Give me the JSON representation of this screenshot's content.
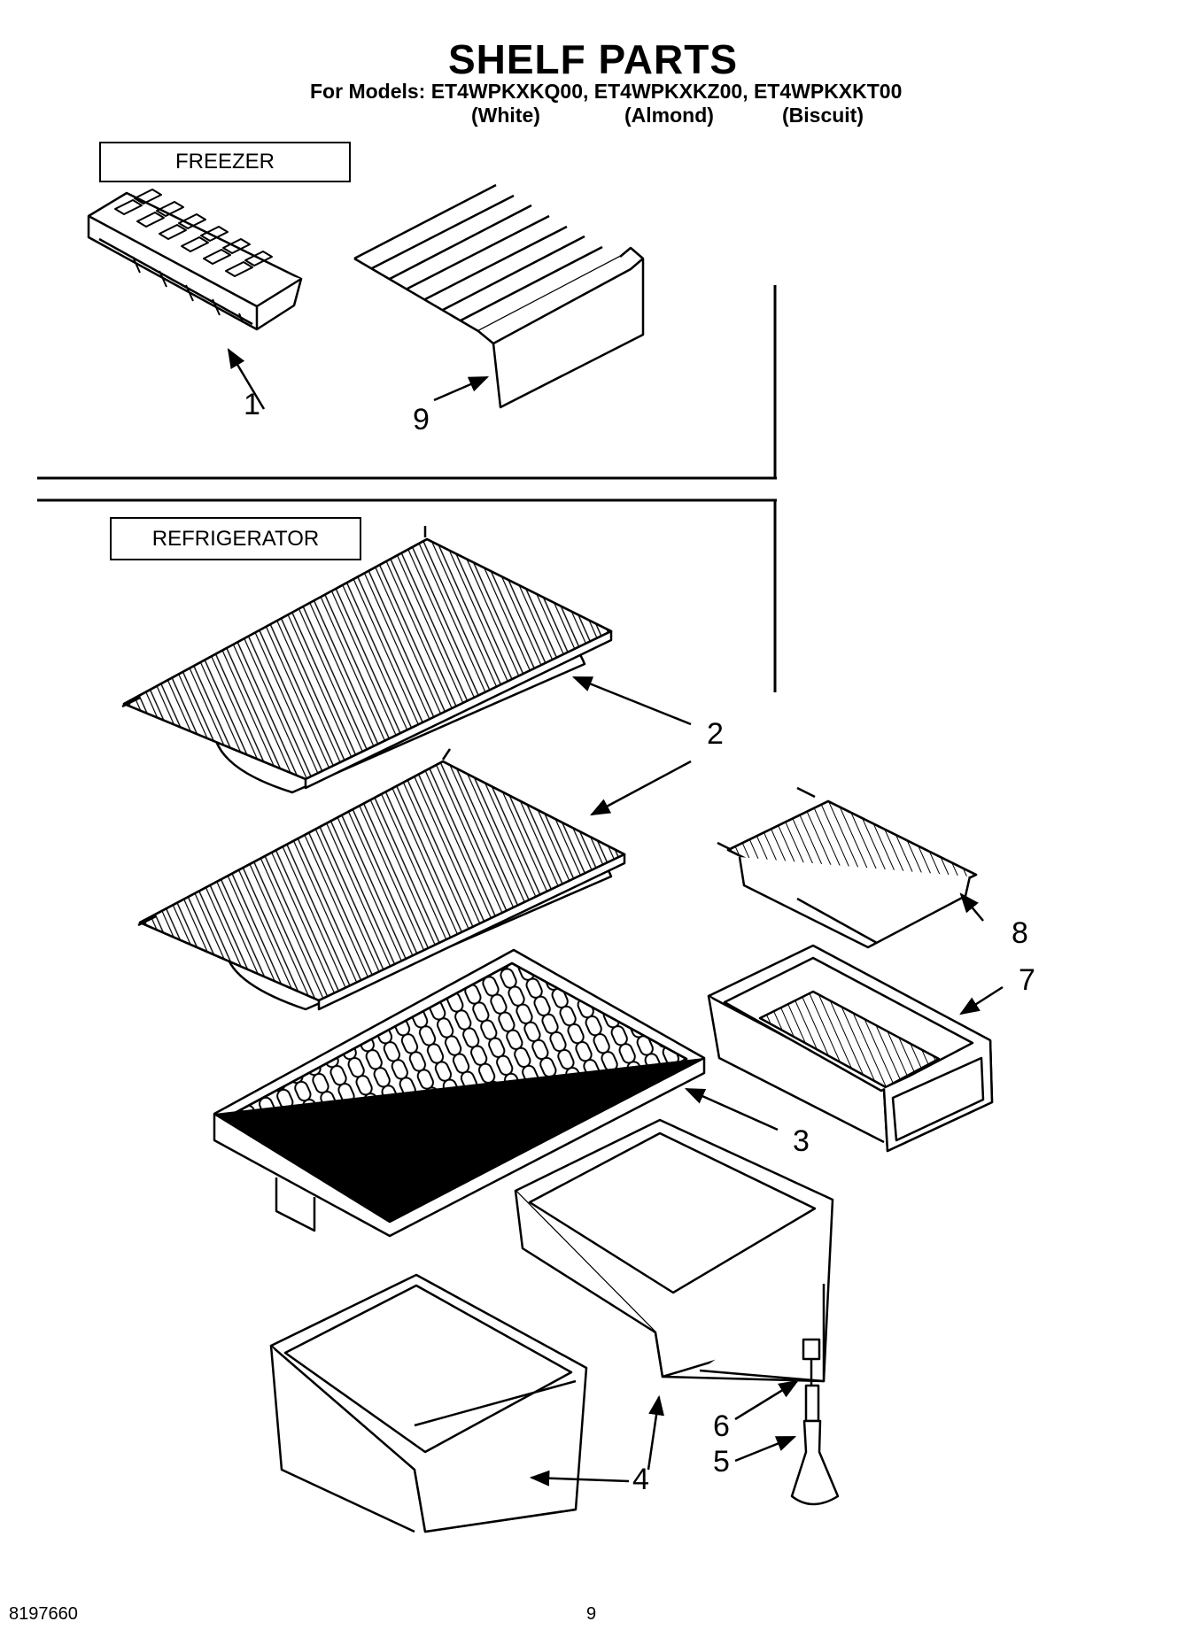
{
  "header": {
    "title": "SHELF PARTS",
    "models_line": "For Models: ET4WPKXKQ00, ET4WPKXKZ00, ET4WPKXKT00",
    "colors": [
      "(White)",
      "(Almond)",
      "(Biscuit)"
    ]
  },
  "sections": {
    "freezer": "FREEZER",
    "refrigerator": "REFRIGERATOR"
  },
  "callouts": {
    "ice_tray": "1",
    "shelf_upper": "2",
    "crisper_cover": "3",
    "crisper_left": "4",
    "leveler_base": "5",
    "leveler_cap": "6",
    "meat_pan": "7",
    "meat_pan_shelf": "8",
    "freezer_shelf": "9"
  },
  "footer": {
    "doc_number": "8197660",
    "page_number": "9"
  }
}
